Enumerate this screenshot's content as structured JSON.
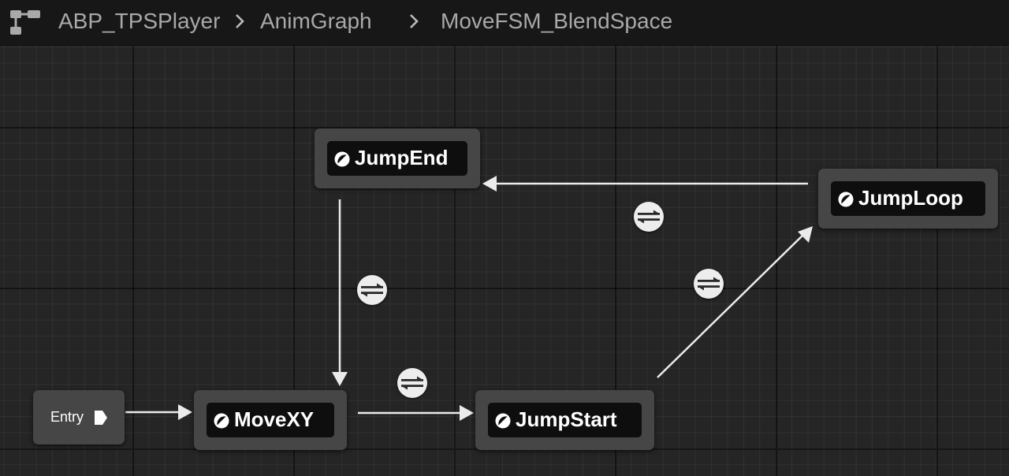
{
  "breadcrumb": {
    "icon": "state-machine-icon",
    "items": [
      "ABP_TPSPlayer",
      "AnimGraph",
      "MoveFSM_BlendSpace"
    ]
  },
  "graph": {
    "entry_label": "Entry",
    "states": {
      "jump_end": "JumpEnd",
      "jump_loop": "JumpLoop",
      "move_xy": "MoveXY",
      "jump_start": "JumpStart"
    },
    "transition_icon": "transition-rule-icon",
    "state_icon": "state-icon"
  },
  "colors": {
    "canvas": "#252525",
    "node": "#464646",
    "node_inner": "#0e0e0e",
    "wire": "#ebebeb"
  }
}
